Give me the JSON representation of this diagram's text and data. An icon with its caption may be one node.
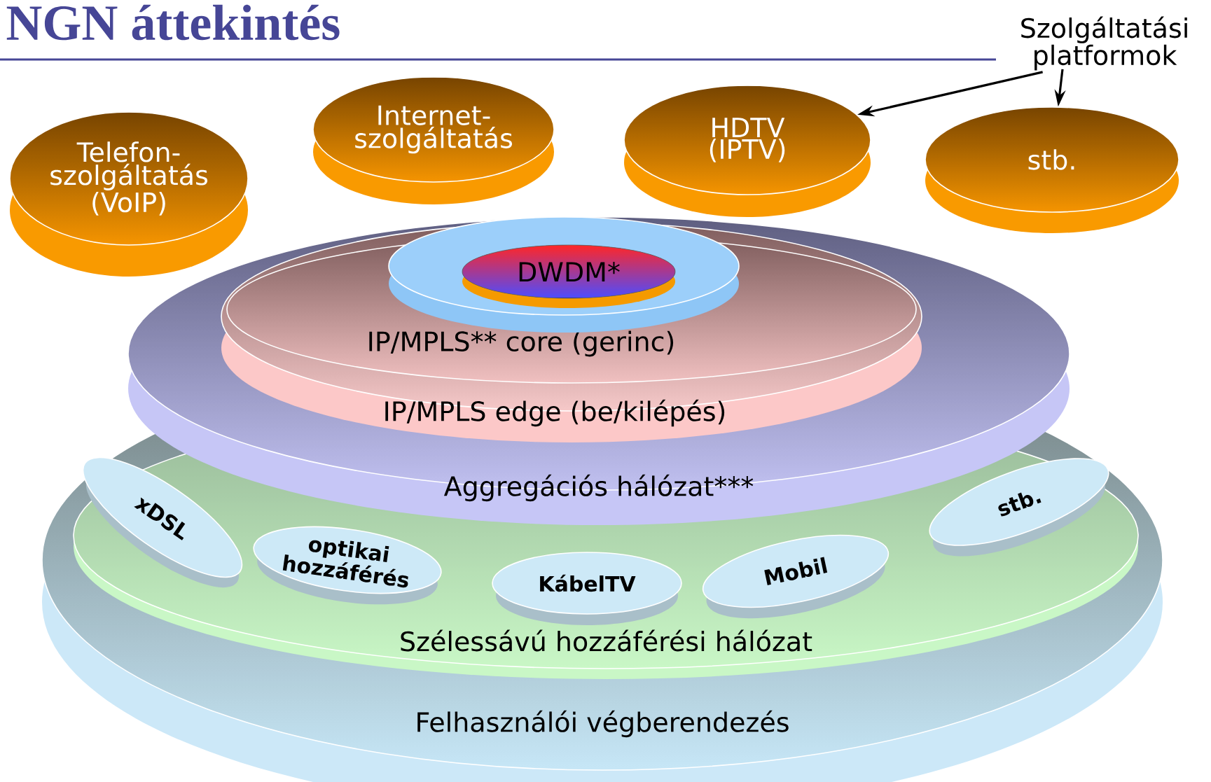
{
  "diagram": {
    "title": "NGN áttekintés",
    "nodes": [
      {
        "text": [
          "Telefon- szolgáltatás (VoIP)"
        ]
      },
      {
        "text": [
          "Internet- szolgáltatás"
        ]
      },
      {
        "text": [
          "HDTV (IPTV)"
        ]
      },
      {
        "text": [
          "stb."
        ]
      },
      {
        "text": [
          "Szolgáltatási platformok"
        ]
      },
      {
        "text": [
          "Felhasználói végberendezés"
        ]
      },
      {
        "text": [
          "Szélessávú hozzáférési hálózat"
        ],
        "in": 5
      },
      {
        "text": [
          "Aggregációs hálózat***"
        ]
      },
      {
        "text": [
          "IP/MPLS edge (be/kilépés)"
        ],
        "in": 7
      },
      {
        "text": [
          "IP/MPLS** core (gerinc)"
        ],
        "in": 8
      },
      {
        "text": [],
        "shape": "ellipse",
        "in": 7
      },
      {
        "text": [
          "DWDM*"
        ]
      },
      {
        "text": [
          "xDSL"
        ],
        "in": 6
      },
      {
        "text": [
          "optikai hozzáférés"
        ],
        "in": 6
      },
      {
        "text": [
          "KábelTV"
        ],
        "in": 6
      },
      {
        "text": [
          "Mobil"
        ],
        "in": 6
      },
      {
        "text": [
          "stb."
        ],
        "in": 6
      }
    ],
    "edges": [
      {
        "from": 4,
        "to": 2,
        "arrow": "to"
      },
      {
        "from": 4,
        "to": 3,
        "arrow": "to"
      }
    ]
  }
}
